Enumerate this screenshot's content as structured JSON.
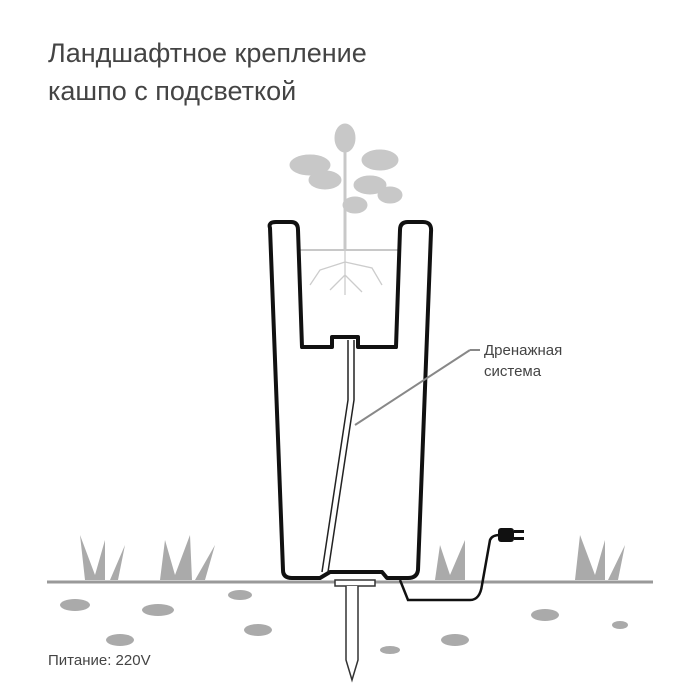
{
  "title": {
    "line1": "Ландшафтное крепление",
    "line2": "кашпо с подсветкой"
  },
  "callout": {
    "line1": "Дренажная",
    "line2": "система"
  },
  "power": "Питание: 220V",
  "colors": {
    "outline": "#111111",
    "plant": "#c8c8c8",
    "ground": "#999999",
    "text": "#444444"
  }
}
